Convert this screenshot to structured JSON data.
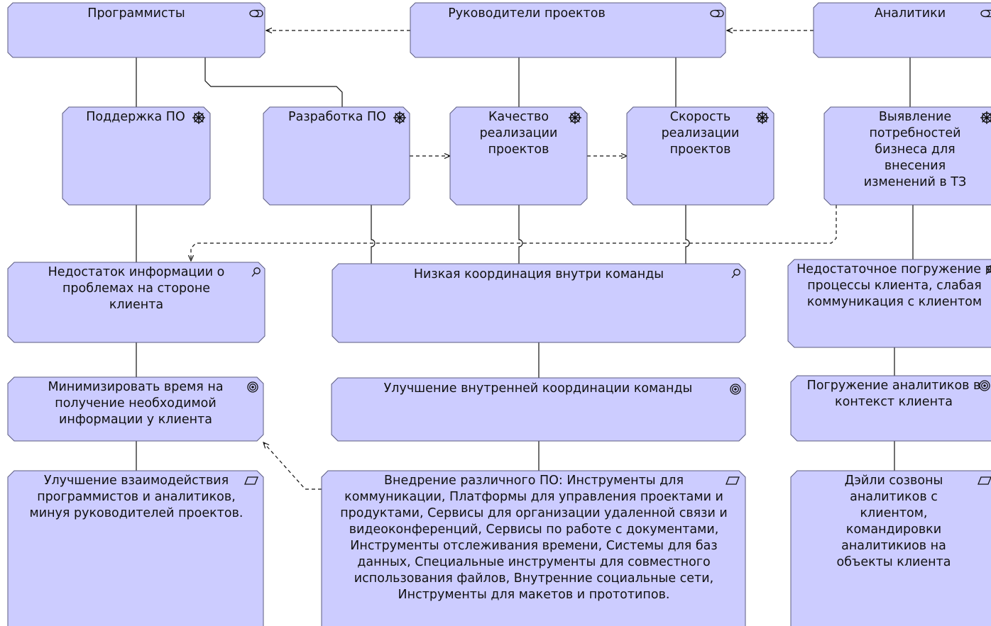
{
  "diagram": {
    "colors": {
      "fill": "#ccccff",
      "stroke": "#5c5c80",
      "line": "#111111"
    },
    "stakeholders": {
      "programmers": {
        "label": "Программисты",
        "icon": "role-icon"
      },
      "project_managers": {
        "label": "Руководители проектов",
        "icon": "role-icon"
      },
      "analysts": {
        "label": "Аналитики",
        "icon": "role-icon"
      }
    },
    "drivers": {
      "support": {
        "label": "Поддержка ПО",
        "icon": "driver-icon"
      },
      "development": {
        "label": "Разработка ПО",
        "icon": "driver-icon"
      },
      "quality": {
        "label": "Качество реализации проектов",
        "icon": "driver-icon"
      },
      "speed": {
        "label": "Скорость реализации проектов",
        "icon": "driver-icon"
      },
      "needs": {
        "label": "Выявление потребностей бизнеса для внесения изменений в ТЗ",
        "icon": "driver-icon"
      }
    },
    "assessments": {
      "info_lack": {
        "label": "Недостаток информации о проблемах на стороне клиента",
        "icon": "assessment-icon"
      },
      "coordination": {
        "label": "Низкая координация внутри команды",
        "icon": "assessment-icon"
      },
      "immersion": {
        "label": "Недостаточное погружение в процессы клиента, слабая коммуникация с клиентом",
        "icon": "assessment-icon"
      }
    },
    "goals": {
      "minimize_time": {
        "label": "Минимизировать время на получение необходимой информации у клиента",
        "icon": "goal-icon"
      },
      "improve_coordination": {
        "label": "Улучшение внутренней координации команды",
        "icon": "goal-icon"
      },
      "analyst_immersion": {
        "label": "Погружение аналитиков в контекст клиента",
        "icon": "goal-icon"
      }
    },
    "requirements": {
      "interaction": {
        "label": "Улучшение взаимодействия программистов и аналитиков, минуя руководителей проектов.",
        "icon": "requirement-icon"
      },
      "software": {
        "label": "Внедрение различного ПО: Инструменты для коммуникации, Платформы для управления проектами и продуктами, Сервисы для организации удаленной связи и видеоконференций, Сервисы по работе с документами, Инструменты отслеживания времени, Системы для баз данных, Специальные инструменты для совместного использования файлов, Внутренние социальные сети, Инструменты для макетов и прототипов.",
        "icon": "requirement-icon"
      },
      "daily_calls": {
        "label": "Дэйли созвоны аналитиков с клиентом, командировки аналитикиов на объекты клиента",
        "icon": "requirement-icon"
      }
    }
  }
}
